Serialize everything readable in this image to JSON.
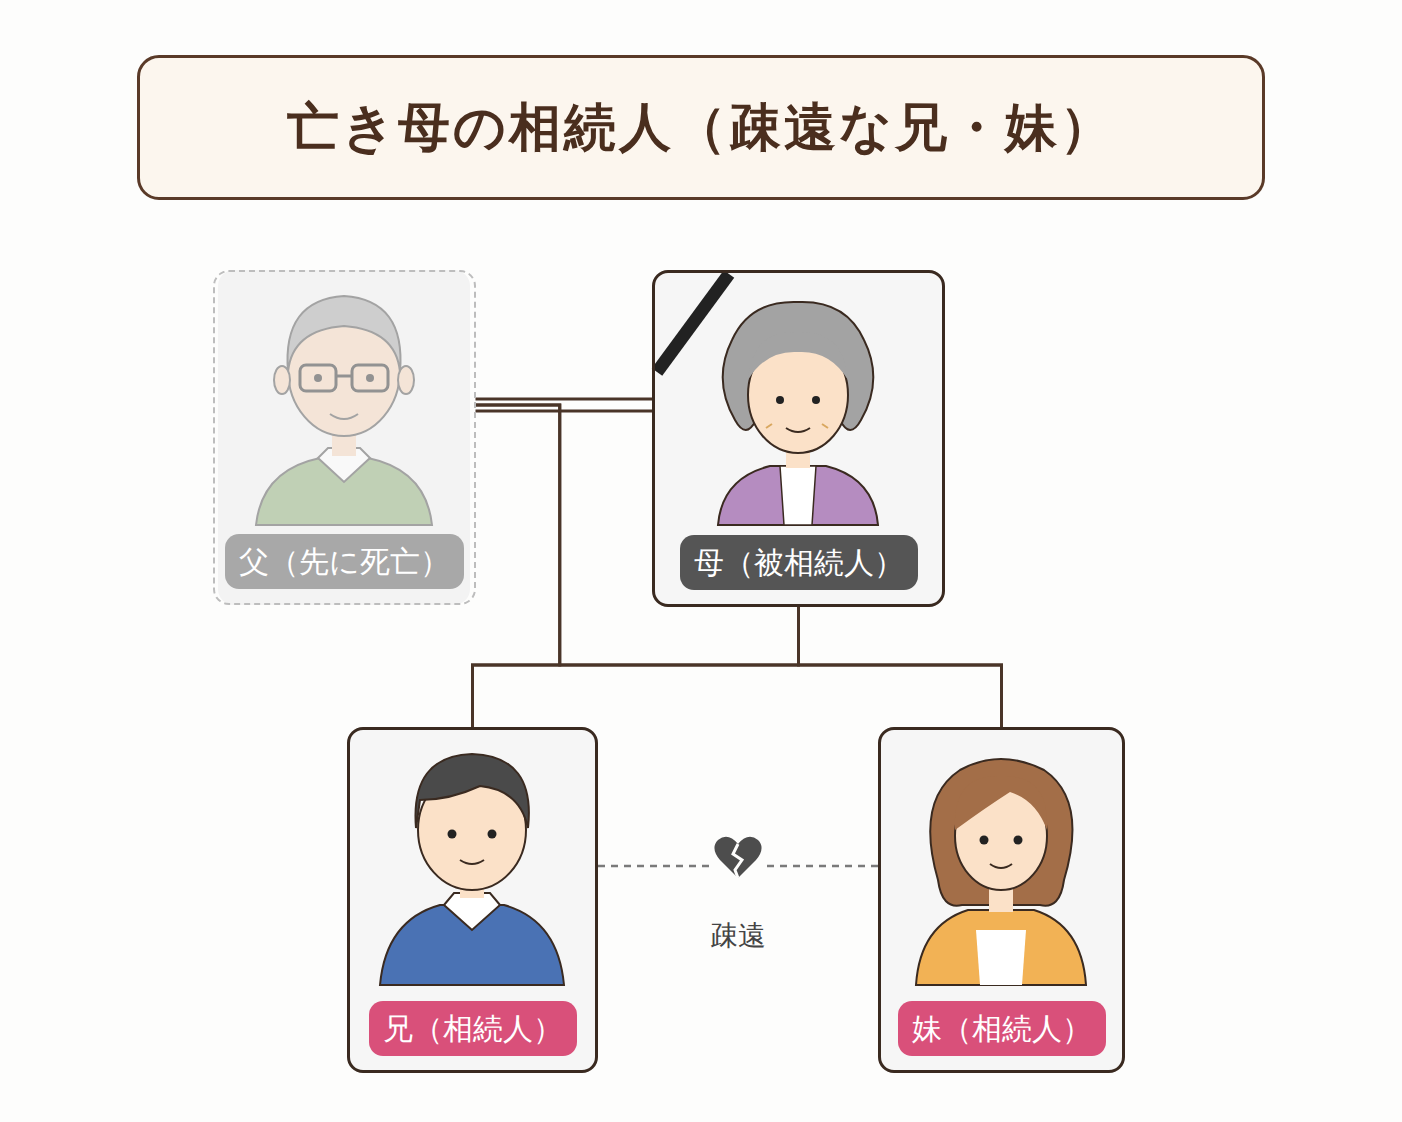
{
  "diagram": {
    "title": "亡き母の相続人（疎遠な兄・妹）",
    "nodes": [
      {
        "text": [
          "父（先に死亡）"
        ]
      },
      {
        "text": [
          "母（被相続人）"
        ]
      },
      {
        "text": [
          "兄（相続人）"
        ]
      },
      {
        "text": [
          "妹（相続人）"
        ]
      }
    ],
    "edges": [
      {
        "from": 0,
        "to": 1,
        "arrow": "none"
      },
      {
        "from": 0,
        "to": 2,
        "arrow": "none"
      },
      {
        "from": 0,
        "to": 3,
        "arrow": "none"
      },
      {
        "from": 1,
        "to": 2,
        "arrow": "none"
      },
      {
        "from": 1,
        "to": 3,
        "arrow": "none"
      },
      {
        "from": 2,
        "to": 3,
        "label": "疎遠",
        "arrow": "none"
      }
    ]
  }
}
